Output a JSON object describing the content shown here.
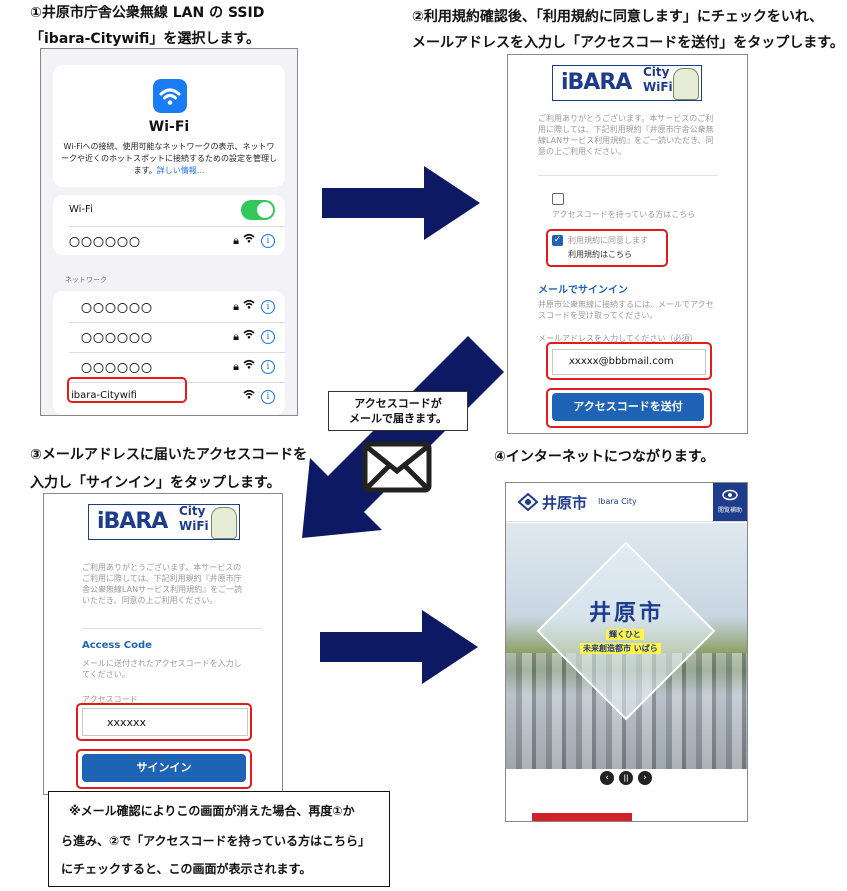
{
  "steps": {
    "step1_line1": "①井原市庁舎公衆無線 LAN の SSID",
    "step1_line2": "「ibara-Citywifi」を選択します。",
    "step2_line1": "②利用規約確認後、「利用規約に同意します」にチェックをいれ、",
    "step2_line2": "メールアドレスを入力し「アクセスコードを送付」をタップします。",
    "step3_line1": "③メールアドレスに届いたアクセスコードを",
    "step3_line2": "入力し「サインイン」をタップします。",
    "step4": "④インターネットにつながります。"
  },
  "mail_note": {
    "line1": "アクセスコードが",
    "line2": "メールで届きます。"
  },
  "wifi_screen": {
    "title": "Wi-Fi",
    "description": "Wi-Fiへの接続、使用可能なネットワークの表示、ネットワークや近くのホットスポットに接続するための設定を管理します。",
    "more_link": "詳しい情報...",
    "wifi_label": "Wi-Fi",
    "connected_network": "〇〇〇〇〇〇",
    "section_label": "ネットワーク",
    "networks": [
      "〇〇〇〇〇〇",
      "〇〇〇〇〇〇",
      "〇〇〇〇〇〇"
    ],
    "target_network": "ibara-Citywifi",
    "colors": {
      "accent": "#1a73e8",
      "toggle": "#34c759"
    }
  },
  "portal": {
    "logo_main": "iBARA",
    "logo_city": "City",
    "logo_wifi": "WiFi",
    "intro": "ご利用ありがとうございます。本サービスのご利用に際しては、下記利用規約『井原市庁舎公衆無線LANサービス利用規約』をご一読いただき、同意の上ご利用ください。",
    "have_code_label": "アクセスコードを持っている方はこちら",
    "agree_label": "利用規約に同意します",
    "terms_link": "利用規約はこちら",
    "email_heading": "メールでサインイン",
    "email_desc": "井原市公衆無線に接続するには、メールでアクセスコードを受け取ってください。",
    "email_field_label": "メールアドレスを入力してください（必須）",
    "email_value": "xxxxx@bbbmail.com",
    "send_button": "アクセスコードを送付"
  },
  "signin": {
    "heading": "Access Code",
    "desc": "メールに送付されたアクセスコードを入力してください。",
    "code_label": "アクセスコード",
    "code_value": "xxxxxx",
    "signin_button": "サインイン"
  },
  "city_site": {
    "logo_text": "井原市",
    "logo_en": "Ibara City",
    "assist_label": "閲覧補助",
    "hero_title": "井原市",
    "tagline1": "輝くひと",
    "tagline2": "未来創造都市 いばら"
  },
  "footnote": {
    "line1": "※メール確認によりこの画面が消えた場合、再度①か",
    "line2": "ら進み、②で「アクセスコードを持っている方はこちら」",
    "line3": "にチェックすると、この画面が表示されます。"
  }
}
